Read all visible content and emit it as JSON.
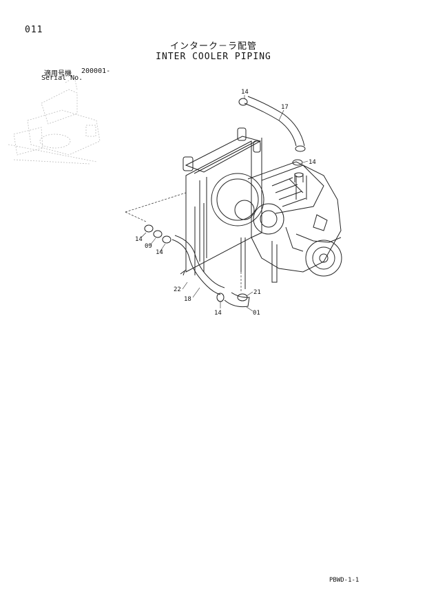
{
  "header": {
    "page_number": "011",
    "title_jp": "インターク－ラ配管",
    "title_en": "INTER COOLER PIPING",
    "serial_label_jp": "適用号機",
    "serial_range": "200001-",
    "serial_label_en": "Serial No."
  },
  "callouts": {
    "c14_top": "14",
    "c17": "17",
    "c14_right": "14",
    "c14_left": "14",
    "c09": "09",
    "c14_mid": "14",
    "c22": "22",
    "c18": "18",
    "c21": "21",
    "c14_bottom": "14",
    "c01": "01"
  },
  "footer": {
    "doc_code": "PBWD-1-1"
  }
}
